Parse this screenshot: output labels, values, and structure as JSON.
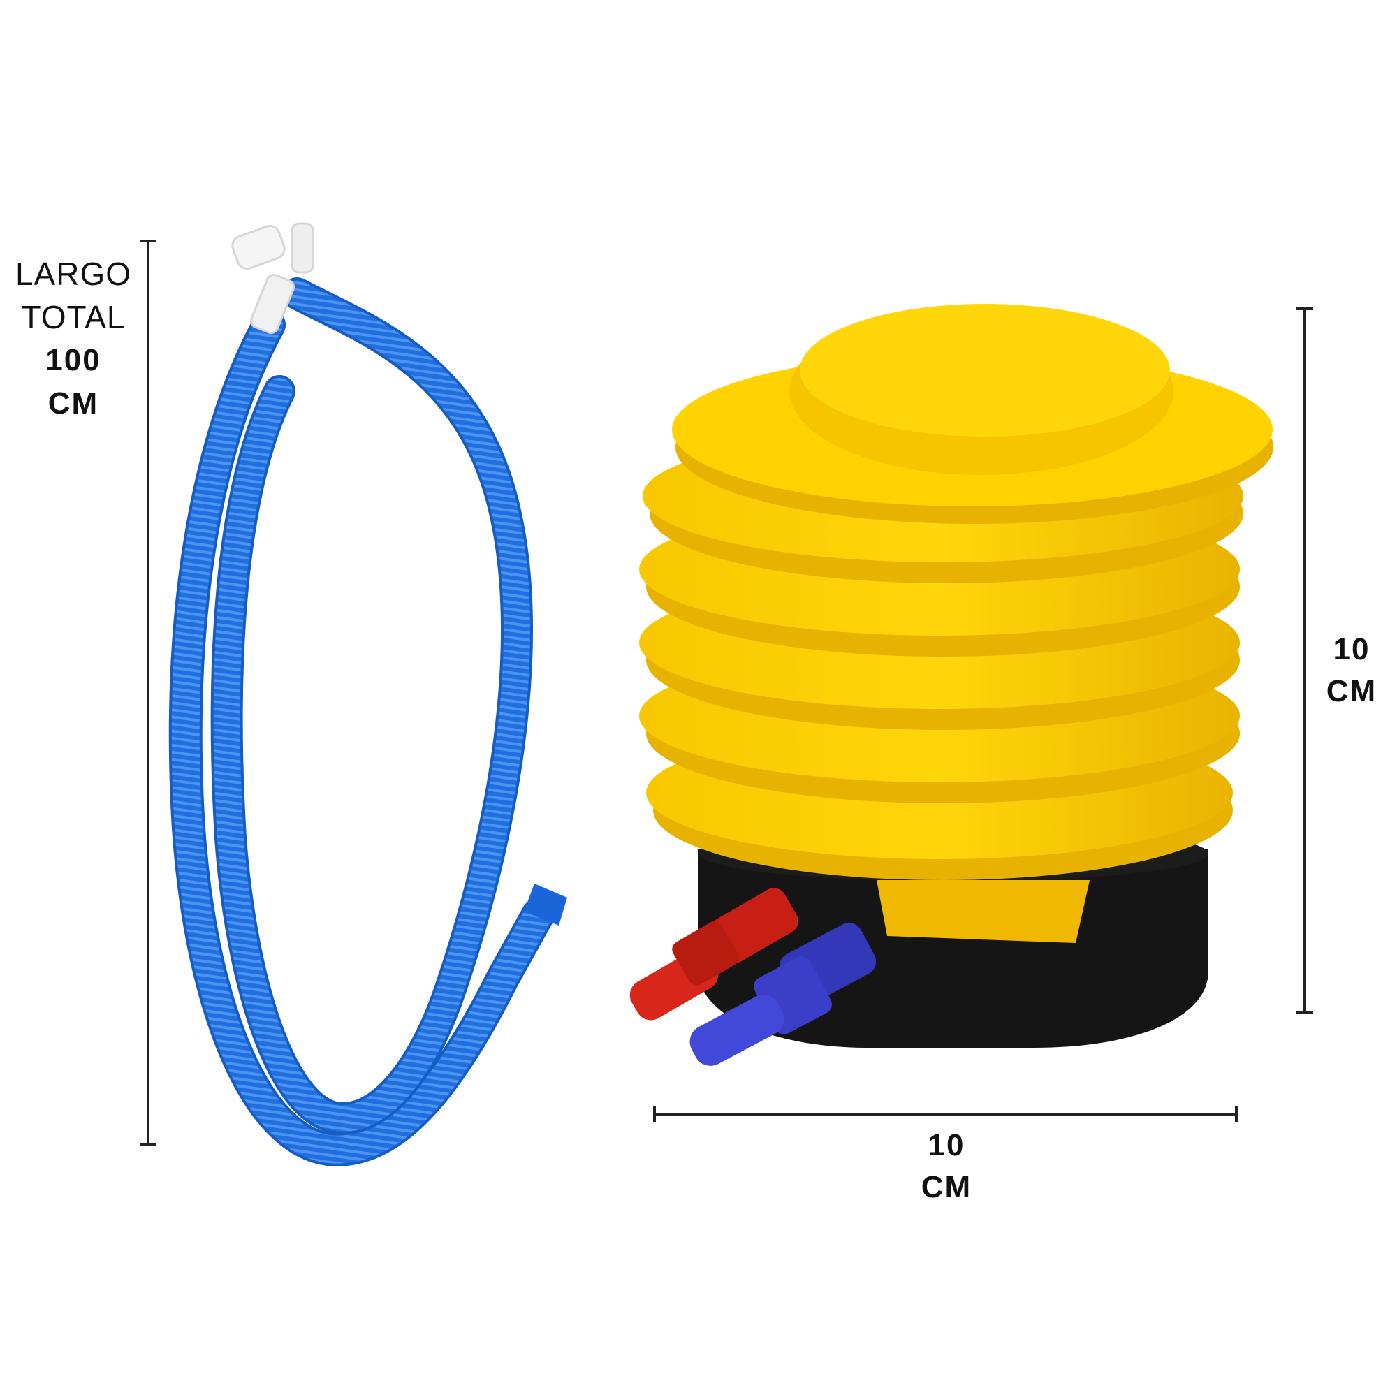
{
  "hose_length_label": {
    "line1": "LARGO",
    "line2": "TOTAL",
    "line3": "100",
    "line4": "CM"
  },
  "height_label": {
    "value": "10",
    "unit": "CM"
  },
  "width_label": {
    "value": "10",
    "unit": "CM"
  },
  "colors": {
    "hose": "#1e6fe0",
    "bellows": "#f5c400",
    "base": "#161616",
    "red_nozzle": "#d8261a",
    "blue_nozzle": "#3a3ec8",
    "dimension_line": "#222222"
  }
}
